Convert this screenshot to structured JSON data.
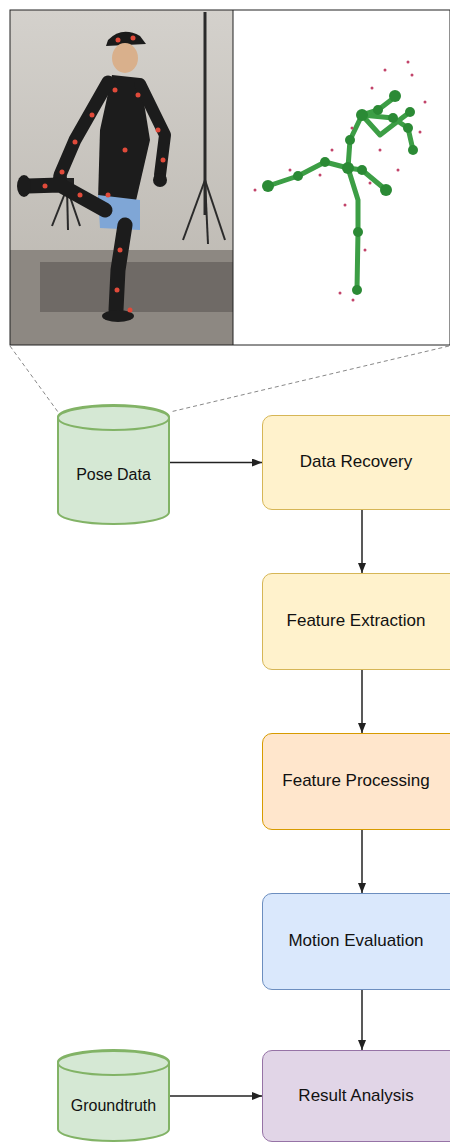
{
  "diagram": {
    "nodes": [
      {
        "text": [
          "Pose Data"
        ]
      },
      {
        "text": [
          "Data Recovery"
        ]
      },
      {
        "text": [
          "Feature Extraction"
        ]
      },
      {
        "text": [
          "Feature Processing"
        ]
      },
      {
        "text": [
          "Motion Evaluation"
        ]
      },
      {
        "text": [
          "Groundtruth"
        ]
      },
      {
        "text": [
          "Result Analysis"
        ]
      }
    ],
    "edges": [
      {
        "from": 0,
        "to": 1,
        "arrow": "to"
      },
      {
        "from": 1,
        "to": 2,
        "arrow": "to"
      },
      {
        "from": 2,
        "to": 3,
        "arrow": "to"
      },
      {
        "from": 3,
        "to": 4,
        "arrow": "to"
      },
      {
        "from": 4,
        "to": 6,
        "arrow": "to"
      },
      {
        "from": 5,
        "to": 6,
        "arrow": "to"
      }
    ]
  }
}
